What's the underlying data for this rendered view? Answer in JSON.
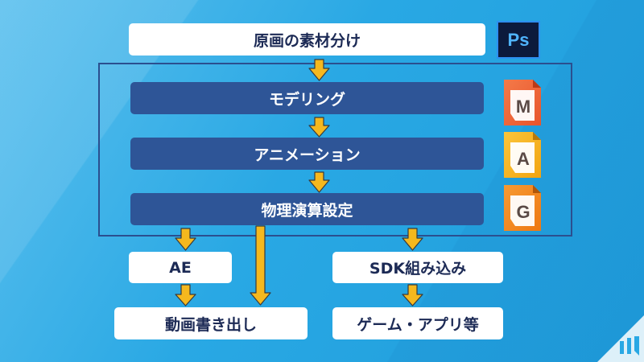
{
  "steps": {
    "source_split": "原画の素材分け",
    "modeling": "モデリング",
    "animation": "アニメーション",
    "physics": "物理演算設定",
    "ae": "AE",
    "sdk": "SDK組み込み",
    "video_export": "動画書き出し",
    "game_app": "ゲーム・アプリ等"
  },
  "icons": {
    "ps": {
      "label": "Ps",
      "name": "photoshop-icon"
    },
    "modeler": {
      "label": "M",
      "name": "modeler-icon",
      "color": "#f0663a"
    },
    "animator": {
      "label": "A",
      "name": "animator-icon",
      "color": "#f7b21b"
    },
    "physics": {
      "label": "G",
      "name": "physics-icon",
      "color": "#f3851e"
    }
  },
  "colors": {
    "arrow": "#f5b81e",
    "dark_box": "#2e5597",
    "frame": "#2b4f8f"
  }
}
